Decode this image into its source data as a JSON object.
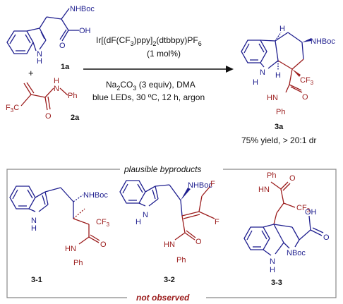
{
  "reagents": {
    "sm1_label": "1a",
    "sm2_label": "2a",
    "plus": "+",
    "catalyst_main": "Ir[(dF(CF",
    "catalyst_sub1": "3",
    "catalyst_mid": ")ppy]",
    "catalyst_sub2": "2",
    "catalyst_end": "(dtbbpy)PF",
    "catalyst_sub3": "6",
    "catalyst_loading": "(1 mol%)",
    "base_main": "Na",
    "base_sub1": "2",
    "base_mid": "CO",
    "base_sub2": "3",
    "base_end": " (3 equiv), DMA",
    "conditions": "blue LEDs, 30 ºC, 12 h, argon"
  },
  "product": {
    "label": "3a",
    "yield_text": "75% yield, > 20:1 dr"
  },
  "atoms": {
    "nhboc": "NHBoc",
    "oh": "OH",
    "h": "H",
    "n": "N",
    "cf3": "CF",
    "cf3_sub": "3",
    "f3c": "F",
    "f3c_sub": "3",
    "f3c_c": "C",
    "ph": "Ph",
    "f": "F",
    "nboc": "NBoc"
  },
  "byproducts": {
    "title": "plausible byproducts",
    "items": [
      {
        "label": "3-1"
      },
      {
        "label": "3-2"
      },
      {
        "label": "3-3"
      }
    ],
    "status": "not observed"
  }
}
